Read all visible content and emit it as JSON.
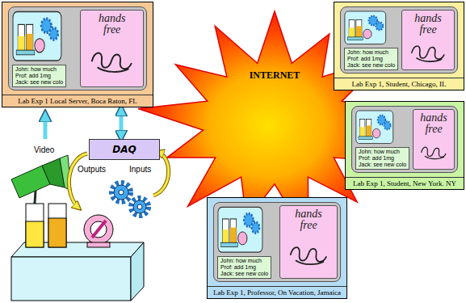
{
  "diagram": {
    "nodes": [
      {
        "text": [
          "Lab Exp 1 Local Server, Boca Raton, FL"
        ]
      },
      {
        "text": [
          "hands free"
        ],
        "in": 0
      },
      {
        "text": [
          "John: how much",
          "Prof: add 1mg",
          "Jack: see new colo"
        ],
        "in": 0
      },
      {
        "text": [
          "INTERNET"
        ]
      },
      {
        "text": [
          "Lab Exp 1, Student, Chicago, IL"
        ]
      },
      {
        "text": [
          "hands free"
        ],
        "in": 4
      },
      {
        "text": [
          "John: how much",
          "Prof: add 1mg",
          "Jack: see new colo"
        ],
        "in": 4
      },
      {
        "text": [
          "Lab Exp 1, Student, New York. NY"
        ]
      },
      {
        "text": [
          "hands free"
        ],
        "in": 7
      },
      {
        "text": [
          "John: how much",
          "Prof: add 1mg",
          "Jack: see new colo"
        ],
        "in": 7
      },
      {
        "text": [
          "DAQ"
        ]
      },
      {
        "text": [
          "Lab Exp 1, Professor, On Vacation, Jamaica"
        ]
      },
      {
        "text": [
          "hands free"
        ],
        "in": 11
      },
      {
        "text": [
          "John: how much",
          "Prof: add 1mg",
          "Jack: see new colo"
        ],
        "in": 11
      }
    ],
    "edges": [
      {
        "from": 0,
        "to": 10,
        "arrow": "both"
      }
    ],
    "labels": [
      "Video",
      "Outputs",
      "Inputs"
    ]
  }
}
